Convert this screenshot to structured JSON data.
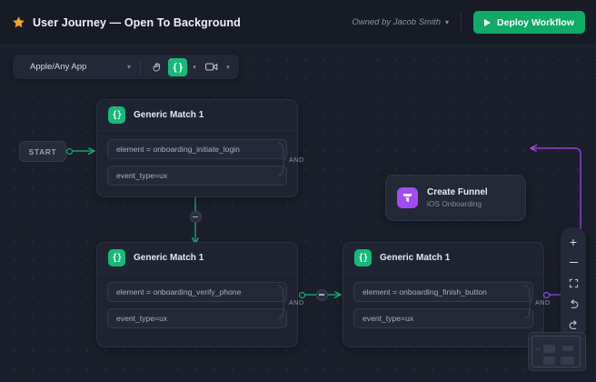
{
  "header": {
    "star_icon": "star-icon",
    "title": "User Journey — Open To Background",
    "owner_label": "Owned by Jacob Smith",
    "owner_chevron": "▾",
    "deploy_label": "Deploy Workflow",
    "deploy_color": "#0fa968"
  },
  "toolbar": {
    "apple_glyph": "",
    "app_label": "Apple/Any App",
    "app_chevron": "▾",
    "hand_icon": "hand-icon",
    "code_label": "{ }",
    "code_chevron": "▾",
    "camera_icon": "camera-icon",
    "camera_chevron": "▾",
    "active_color": "#17b978"
  },
  "canvas": {
    "start_label": "START",
    "accent_green": "#17b978",
    "accent_purple": "#a44bf3",
    "background": "#1a1f2b"
  },
  "nodes": [
    {
      "id": "match-1",
      "title": "Generic Match 1",
      "icon": "{ }",
      "conditions": [
        "element = onboarding_initiate_login",
        "event_type=ux"
      ],
      "operator": "AND"
    },
    {
      "id": "match-2",
      "title": "Generic Match 1",
      "icon": "{ }",
      "conditions": [
        "element = onboarding_verify_phone",
        "event_type=ux"
      ],
      "operator": "AND"
    },
    {
      "id": "match-3",
      "title": "Generic Match 1",
      "icon": "{ }",
      "conditions": [
        "element = onboarding_finish_button",
        "event_type=ux"
      ],
      "operator": "AND"
    }
  ],
  "funnel": {
    "title": "Create Funnel",
    "subtitle": "iOS Onboarding",
    "icon": "funnel-icon",
    "color": "#a44bf3"
  },
  "controls": {
    "zoom_in": "+",
    "zoom_out": "−",
    "fit": "fit-screen-icon",
    "undo": "undo-icon",
    "redo": "redo-icon"
  },
  "minimap": {
    "name": "minimap"
  }
}
